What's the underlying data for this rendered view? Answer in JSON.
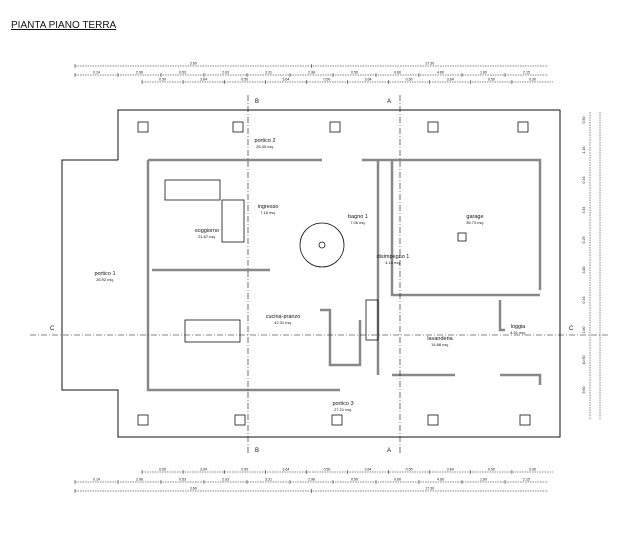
{
  "title": "PIANTA PIANO TERRA",
  "rooms": [
    {
      "name": "portico 2",
      "area": "26.40 mq."
    },
    {
      "name": "soggiorno",
      "area": "21.87 mq."
    },
    {
      "name": "ingresso",
      "area": "7.16 mq."
    },
    {
      "name": "bagno 1",
      "area": "7.06 mq."
    },
    {
      "name": "garage",
      "area": "35.73 mq."
    },
    {
      "name": "disimpegno 1",
      "area": "4.16 mq."
    },
    {
      "name": "portico 1",
      "area": "26.92 mq."
    },
    {
      "name": "cucina-pranzo",
      "area": "42.31 mq."
    },
    {
      "name": "lavanderia",
      "area": "14.88 mq."
    },
    {
      "name": "loggia",
      "area": "4.51 mq."
    },
    {
      "name": "portico 3",
      "area": "27.21 mq."
    }
  ],
  "sections": {
    "a": "A",
    "b": "B",
    "c": "C"
  },
  "dimensions": {
    "row1": [
      "3.60",
      "17.30"
    ],
    "row2": [
      "0.14",
      "2.96",
      "0.53",
      "2.03",
      "3.31",
      "2.98",
      "0.50",
      "0.60",
      "4.60",
      "1.60",
      "2.15"
    ],
    "row3": [
      "0.50",
      "3.64",
      "0.50",
      "3.64",
      "0.50",
      "3.64",
      "0.50",
      "3.64",
      "0.50",
      "0.30"
    ],
    "right": [
      "0.50",
      "1.16",
      "0.45",
      "3.54",
      "0.29",
      "3.80",
      "0.45",
      "1.60",
      "10.50",
      "9.60"
    ]
  }
}
